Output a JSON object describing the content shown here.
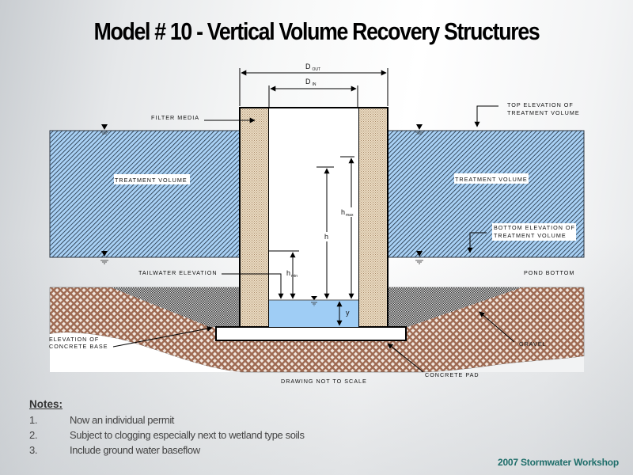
{
  "slide": {
    "title": "Model # 10 - Vertical Volume Recovery Structures",
    "footer": "2007 Stormwater Workshop"
  },
  "diagram": {
    "dimensions": {
      "d_out": {
        "symbol": "D",
        "subscript": "OUT"
      },
      "d_in": {
        "symbol": "D",
        "subscript": "IN"
      },
      "h_max": {
        "symbol": "h",
        "subscript": "max"
      },
      "h": {
        "symbol": "h"
      },
      "h_min": {
        "symbol": "h",
        "subscript": "min"
      },
      "y": {
        "symbol": "y"
      }
    },
    "labels": {
      "filter_media": "FILTER MEDIA",
      "top_elevation_line1": "TOP ELEVATION OF",
      "top_elevation_line2": "TREATMENT VOLUME",
      "treatment_volume_left": "TREATMENT VOLUME",
      "treatment_volume_right": "TREATMENT VOLUME",
      "bottom_elevation_line1": "BOTTOM ELEVATION OF",
      "bottom_elevation_line2": "TREATMENT VOLUME",
      "tailwater_elevation": "TAILWATER ELEVATION",
      "pond_bottom": "POND BOTTOM",
      "concrete_base_line1": "ELEVATION OF",
      "concrete_base_line2": "CONCRETE BASE",
      "gravel": "GRAVEL",
      "concrete_pad": "CONCRETE PAD",
      "not_to_scale": "DRAWING NOT TO SCALE"
    },
    "colors": {
      "treatment_volume": "#a9d1f5",
      "water": "#9fcdf5",
      "filter_media": "#e8d6bd",
      "soil": "#a6705a",
      "gravel": "#8a8a8a"
    }
  },
  "notes": {
    "heading": "Notes:",
    "items": [
      {
        "number": "1.",
        "text": "Now an individual permit"
      },
      {
        "number": "2.",
        "text": "Subject to clogging especially next to wetland type soils"
      },
      {
        "number": "3.",
        "text": "Include ground water baseflow"
      }
    ]
  }
}
